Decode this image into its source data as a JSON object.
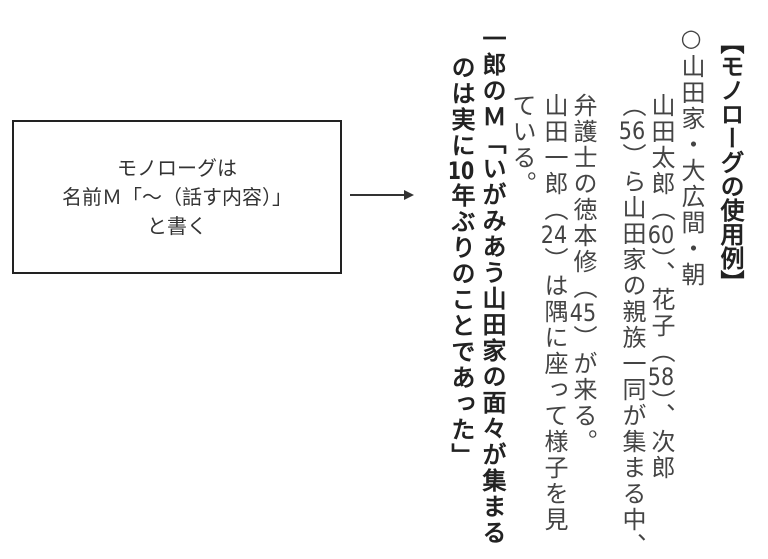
{
  "note_box": {
    "lines": [
      "モノローグは",
      "名前Ｍ「～（話す内容）」",
      "と書く"
    ]
  },
  "script": {
    "title": "【モノローグの使用例】",
    "scene_heading": "○山田家・大広間・朝",
    "lines": [
      {
        "pre": "山田太郎（",
        "n1": "60",
        "mid": "）、花子（",
        "n2": "58",
        "post": "）、次郎"
      },
      {
        "pre": "（",
        "n1": "56",
        "post": "）ら山田家の親族一同が集まる中、"
      },
      {
        "pre": "弁護士の徳本修（",
        "n1": "45",
        "post": "）が来る。"
      },
      {
        "pre": "山田一郎（",
        "n1": "24",
        "post": "）は隅に座って様子を見"
      },
      {
        "pre": "ている。"
      }
    ],
    "monologue": {
      "line1": "一郎のＭ「いがみあう山田家の面々が集まる",
      "line2_pre": "のは実に",
      "line2_num": "10",
      "line2_post": "年ぶりのことであった」"
    }
  }
}
